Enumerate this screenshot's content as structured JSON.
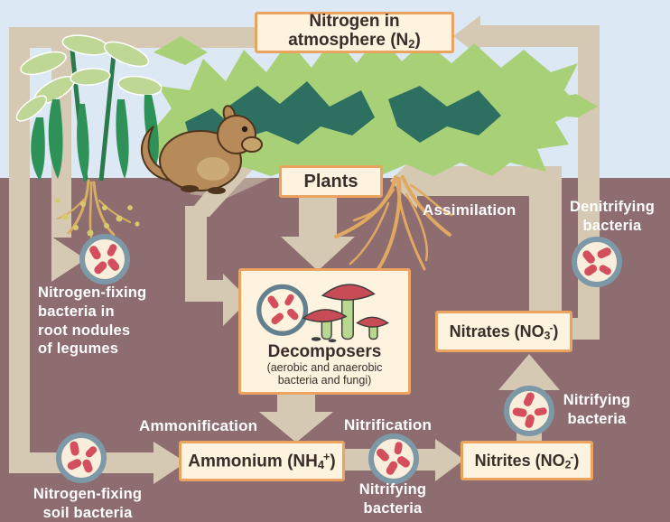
{
  "diagram": {
    "subject": "nitrogen-cycle"
  },
  "colors": {
    "sky": "#dce9f5",
    "soil": "#8d6d6f",
    "arrow": "#d6c9b3",
    "box_fill": "#fdf3de",
    "box_border": "#eba45f",
    "box_text": "#3a2e2b",
    "label_text": "#ffffff",
    "bacteria_red": "#d44f5e",
    "bacteria_ring": "#7d98a6",
    "foliage_light": "#a8d077",
    "foliage_dark": "#2d6f60",
    "root_orange": "#e0a860"
  },
  "boxes": {
    "atmosphere": {
      "line1": "Nitrogen in",
      "line2_pre": "atmosphere (N",
      "line2_sub": "2",
      "line2_post": ")"
    },
    "plants": {
      "label": "Plants"
    },
    "decomposers": {
      "title": "Decomposers",
      "sub1": "(aerobic and anaerobic",
      "sub2": "bacteria and fungi)"
    },
    "nitrates": {
      "pre": "Nitrates (NO",
      "sub": "3",
      "sup": "-",
      "post": ")"
    },
    "ammonium": {
      "pre": "Ammonium (NH",
      "sub": "4",
      "sup": "+",
      "post": ")"
    },
    "nitrites": {
      "pre": "Nitrites (NO",
      "sub": "2",
      "sup": "-",
      "post": ")"
    }
  },
  "labels": {
    "assimilation": "Assimilation",
    "ammonification": "Ammonification",
    "nitrification": "Nitrification",
    "denitrifying": {
      "line1": "Denitrifying",
      "line2": "bacteria"
    },
    "nitrifying_right": {
      "line1": "Nitrifying",
      "line2": "bacteria"
    },
    "nitrifying_bottom": {
      "line1": "Nitrifying",
      "line2": "bacteria"
    },
    "nfix_nodules": {
      "line1": "Nitrogen-fixing",
      "line2": "bacteria in",
      "line3": "root nodules",
      "line4": "of legumes"
    },
    "nfix_soil": {
      "line1": "Nitrogen-fixing",
      "line2": "soil bacteria"
    }
  },
  "icons": {
    "bacteria": "circle-with-red-rod-bacteria",
    "mushrooms": "red-cap-mushrooms",
    "squirrel": "brown-squirrel",
    "plants": "green-foliage-and-legume-plant"
  }
}
